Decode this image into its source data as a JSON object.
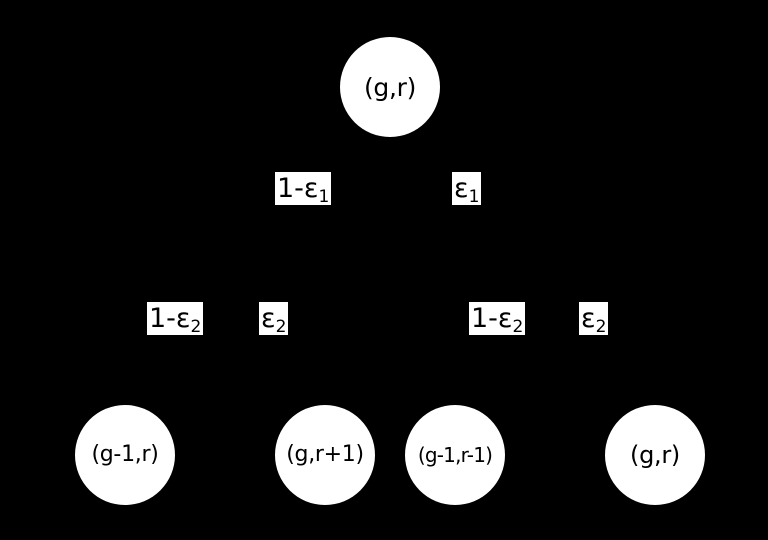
{
  "diagram": {
    "title": "probability-tree",
    "background_color": "#000000",
    "node_fill_color": "#ffffff",
    "node_text_color": "#000000",
    "edge_color": "#000000",
    "label_background_color": "#ffffff",
    "label_text_color": "#000000"
  },
  "nodes": {
    "root": {
      "label": "(g,r)"
    },
    "leaves": [
      {
        "label": "(g-1,r)"
      },
      {
        "label": "(g,r+1)"
      },
      {
        "label": "(g-1,r-1)"
      },
      {
        "label": "(g,r)"
      }
    ]
  },
  "edge_labels": {
    "level1": [
      {
        "text": "1-ε",
        "subscript": "1",
        "full": "1-ε1"
      },
      {
        "text": "ε",
        "subscript": "1",
        "full": "ε1"
      }
    ],
    "level2": [
      {
        "text": "1-ε",
        "subscript": "2",
        "full": "1-ε2"
      },
      {
        "text": "ε",
        "subscript": "2",
        "full": "ε2"
      },
      {
        "text": "1-ε",
        "subscript": "2",
        "full": "1-ε2"
      },
      {
        "text": "ε",
        "subscript": "2",
        "full": "ε2"
      }
    ]
  }
}
